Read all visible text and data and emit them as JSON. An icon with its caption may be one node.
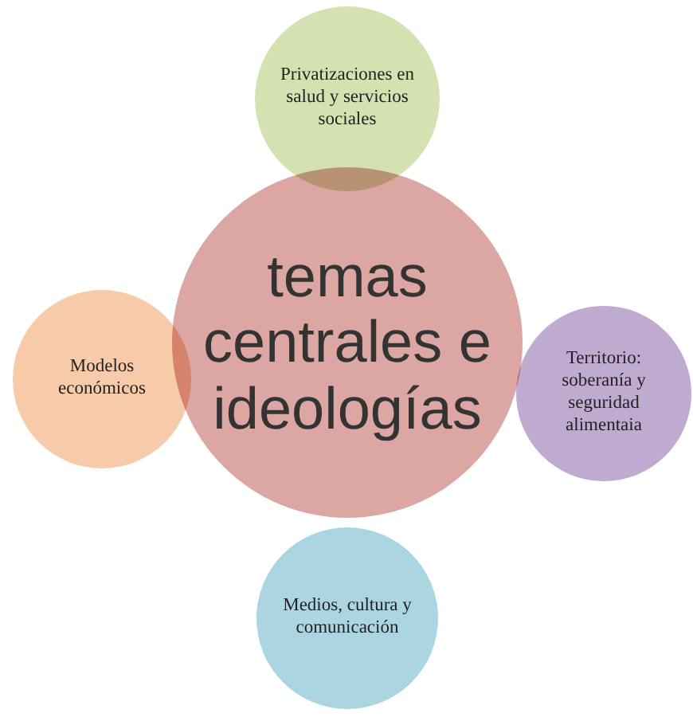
{
  "diagram": {
    "nodes": [
      {
        "text": [
          "temas centrales e ideologías"
        ]
      },
      {
        "text": [
          "Privatizaciones en salud y servicios sociales"
        ]
      },
      {
        "text": [
          "Territorio: soberanía y seguridad alimentaia"
        ]
      },
      {
        "text": [
          "Medios, cultura y comunicación"
        ]
      },
      {
        "text": [
          "Modelos económicos"
        ]
      }
    ]
  }
}
